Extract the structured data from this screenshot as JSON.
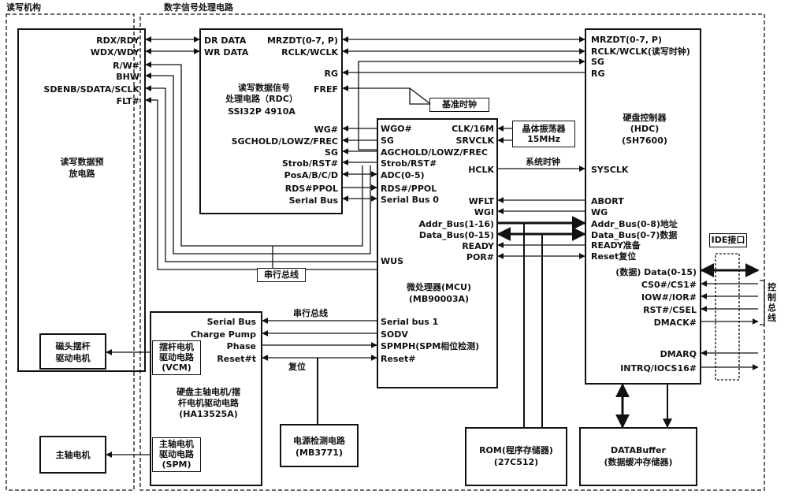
{
  "sections": {
    "rw_mechanism": "读写机构",
    "dsp": "数字信号处理电路"
  },
  "preamp": {
    "title": "读写数据预放电路",
    "pins": [
      "RDX/RDY",
      "WDX/WDY",
      "R/W#",
      "BHW",
      "SDENB/SDATA/SCLK",
      "FLT#"
    ]
  },
  "rdc": {
    "title1": "读写数据信号",
    "title2": "处理电路（RDC）",
    "part": "SSI32P 4910A",
    "pins_left_top": [
      "DR DATA",
      "WR DATA"
    ],
    "pins_right": [
      "MRZDT(0-7, P)",
      "RCLK/WCLK",
      "RG",
      "FREF",
      "WG#",
      "SGCHOLD/LOWZ/FREC",
      "SG",
      "Strob/RST#",
      "PosA/B/C/D",
      "RDS#PPOL",
      "Serial Bus"
    ]
  },
  "mcu": {
    "title": "微处理器(MCU)",
    "part": "(MB90003A)",
    "pins_left": [
      "WGO#",
      "SG",
      "AGCHOLD/LOWZ/FREC",
      "Strob/RST#",
      "ADC(0-5)",
      "RDS#/PPOL",
      "Serial Bus 0",
      "WUS",
      "Serial bus 1",
      "SODV",
      "SPMPH(SPM相位检测)",
      "Reset#"
    ],
    "pins_right": [
      "CLK/16M",
      "SRVCLK",
      "HCLK",
      "WFLT",
      "WGI",
      "Addr_Bus(1-16)",
      "Data_Bus(0-15)",
      "READY",
      "POR#"
    ]
  },
  "crystal": {
    "line1": "晶体振荡器",
    "line2": "15MHz"
  },
  "hdc": {
    "title1": "硬盘控制器",
    "title2": "(HDC)",
    "part": "(SH7600)",
    "pins_left": [
      "MRZDT(0-7, P)",
      "RCLK/WCLK(读写时钟)",
      "SG",
      "RG",
      "SYSCLK",
      "ABORT",
      "WG",
      "Addr_Bus(0-8)地址",
      "Data_Bus(0-7)数据",
      "READY准备",
      "Reset复位"
    ],
    "pins_right": [
      "(数据) Data(0-15)",
      "CS0#/CS1#",
      "IOW#/IOR#",
      "RST#/CSEL",
      "DMACK#",
      "DMARQ",
      "INTRQ/IOCS16#"
    ]
  },
  "driver": {
    "title1": "硬盘主轴电机/摆",
    "title2": "杆电机驱动电路",
    "part": "(HA13525A)",
    "pins": [
      "Serial Bus",
      "Charge Pump",
      "Phase",
      "Reset#t"
    ],
    "vcm": [
      "摆杆电机",
      "驱动电路",
      "(VCM)"
    ],
    "spm": [
      "主轴电机",
      "驱动电路",
      "(SPM)"
    ]
  },
  "vcm_motor": [
    "磁头摆杆",
    "驱动电机"
  ],
  "spindle_motor": "主轴电机",
  "power": {
    "title": "电源检测电路",
    "part": "(MB3771)"
  },
  "rom": {
    "title": "ROM(程序存储器)",
    "part": "(27C512)"
  },
  "buffer": {
    "title": "DATABuffer",
    "part": "(数据缓冲存储器)"
  },
  "ide": "IDE接口",
  "control_bus": "控制总线",
  "callouts": {
    "ref_clock": "基准时钟",
    "sys_clock": "系统时钟",
    "serial_bus_a": "串行总线",
    "serial_bus_b": "串行总线",
    "reset": "复位"
  }
}
